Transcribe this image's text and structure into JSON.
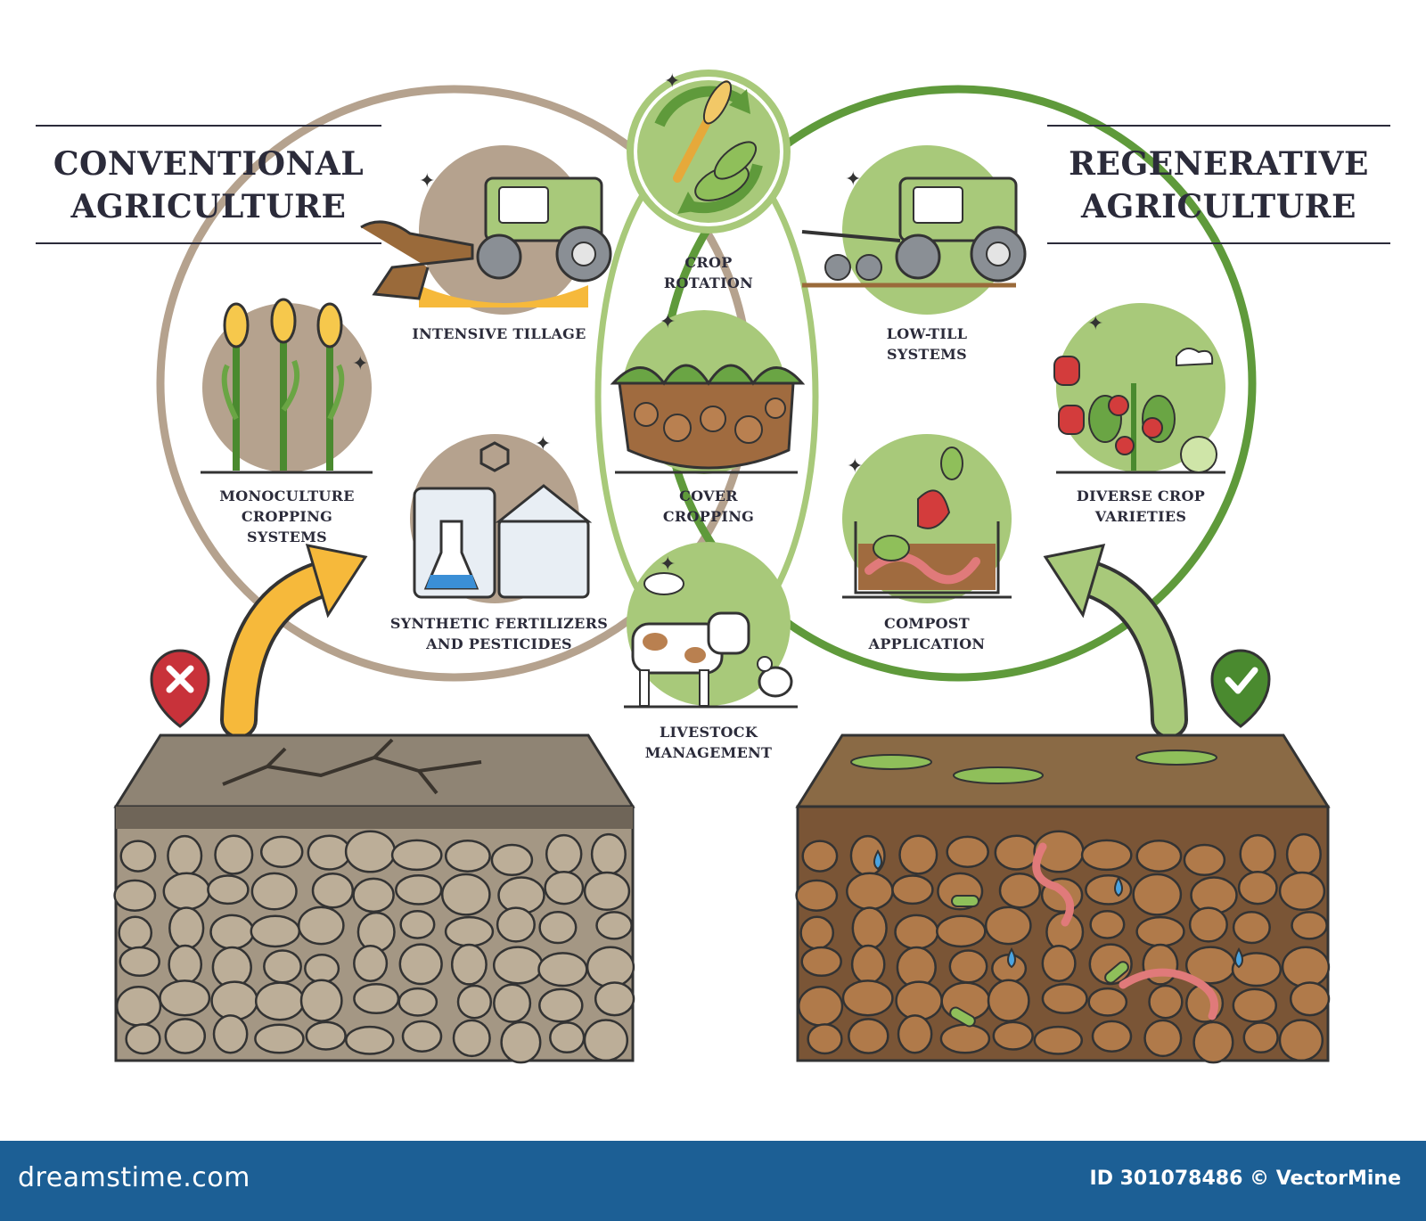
{
  "headings": {
    "left": "CONVENTIONAL\nAGRICULTURE",
    "right": "REGENERATIVE\nAGRICULTURE"
  },
  "practices": {
    "intensive_tillage": "INTENSIVE TILLAGE",
    "monoculture": "MONOCULTURE\nCROPPING\nSYSTEMS",
    "synthetic": "SYNTHETIC FERTILIZERS\nAND PESTICIDES",
    "crop_rotation": "CROP\nROTATION",
    "cover_cropping": "COVER\nCROPPING",
    "livestock": "LIVESTOCK\nMANAGEMENT",
    "low_till": "LOW-TILL\nSYSTEMS",
    "diverse": "DIVERSE CROP\nVARIETIES",
    "compost": "COMPOST\nAPPLICATION"
  },
  "footer": {
    "brand": "dreamstime.com",
    "credit": "ID 301078486 © VectorMine"
  },
  "colors": {
    "conventional": "#b5a28e",
    "regenerative": "#5f9a3b",
    "light_green": "#a8c97a",
    "badge_bad": "#c8323a",
    "badge_good": "#4a8a2f",
    "arrow_bad": "#f6b93b",
    "footer": "#1c5f95"
  }
}
